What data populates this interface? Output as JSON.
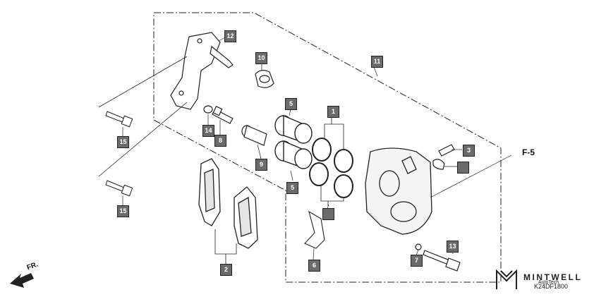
{
  "callouts": {
    "c1": "1",
    "c2": "2",
    "c3": "3",
    "c4": "",
    "c5a": "5",
    "c5b": "5",
    "c6": "6",
    "c7": "7",
    "c8": "8",
    "c9": "9",
    "c10": "10",
    "c11": "11",
    "c12": "12",
    "c13": "13",
    "c14": "14",
    "c15a": "15",
    "c15b": "15"
  },
  "refs": {
    "f5": "F-5"
  },
  "direction": {
    "label": "FR."
  },
  "brand": {
    "name": "MINTWELL",
    "tagline": "AutoTech"
  },
  "diagram_code": "K24DF1800",
  "icons": [
    "direction-arrow-icon",
    "mintwell-logo-icon"
  ]
}
